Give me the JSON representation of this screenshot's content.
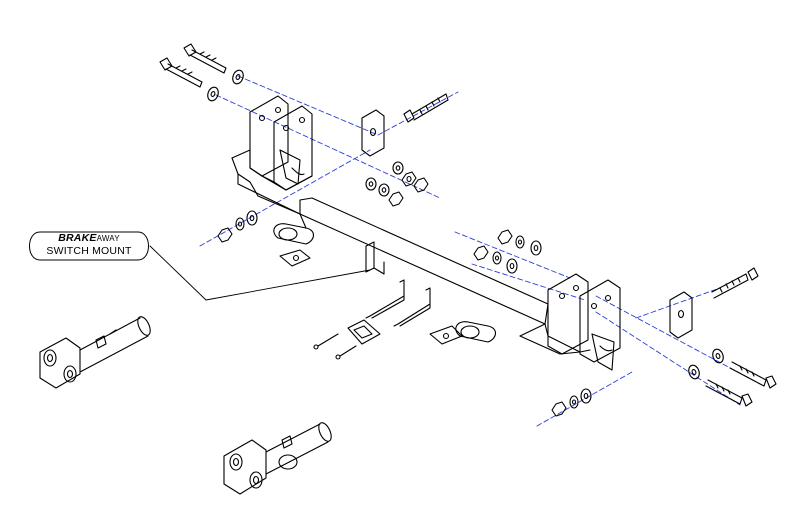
{
  "callout": {
    "brake": "BRAKE",
    "away": "AWAY",
    "line2": "SWITCH MOUNT"
  },
  "colors": {
    "line": "#000000",
    "centerline": "#2b3fd6",
    "background": "#ffffff"
  }
}
